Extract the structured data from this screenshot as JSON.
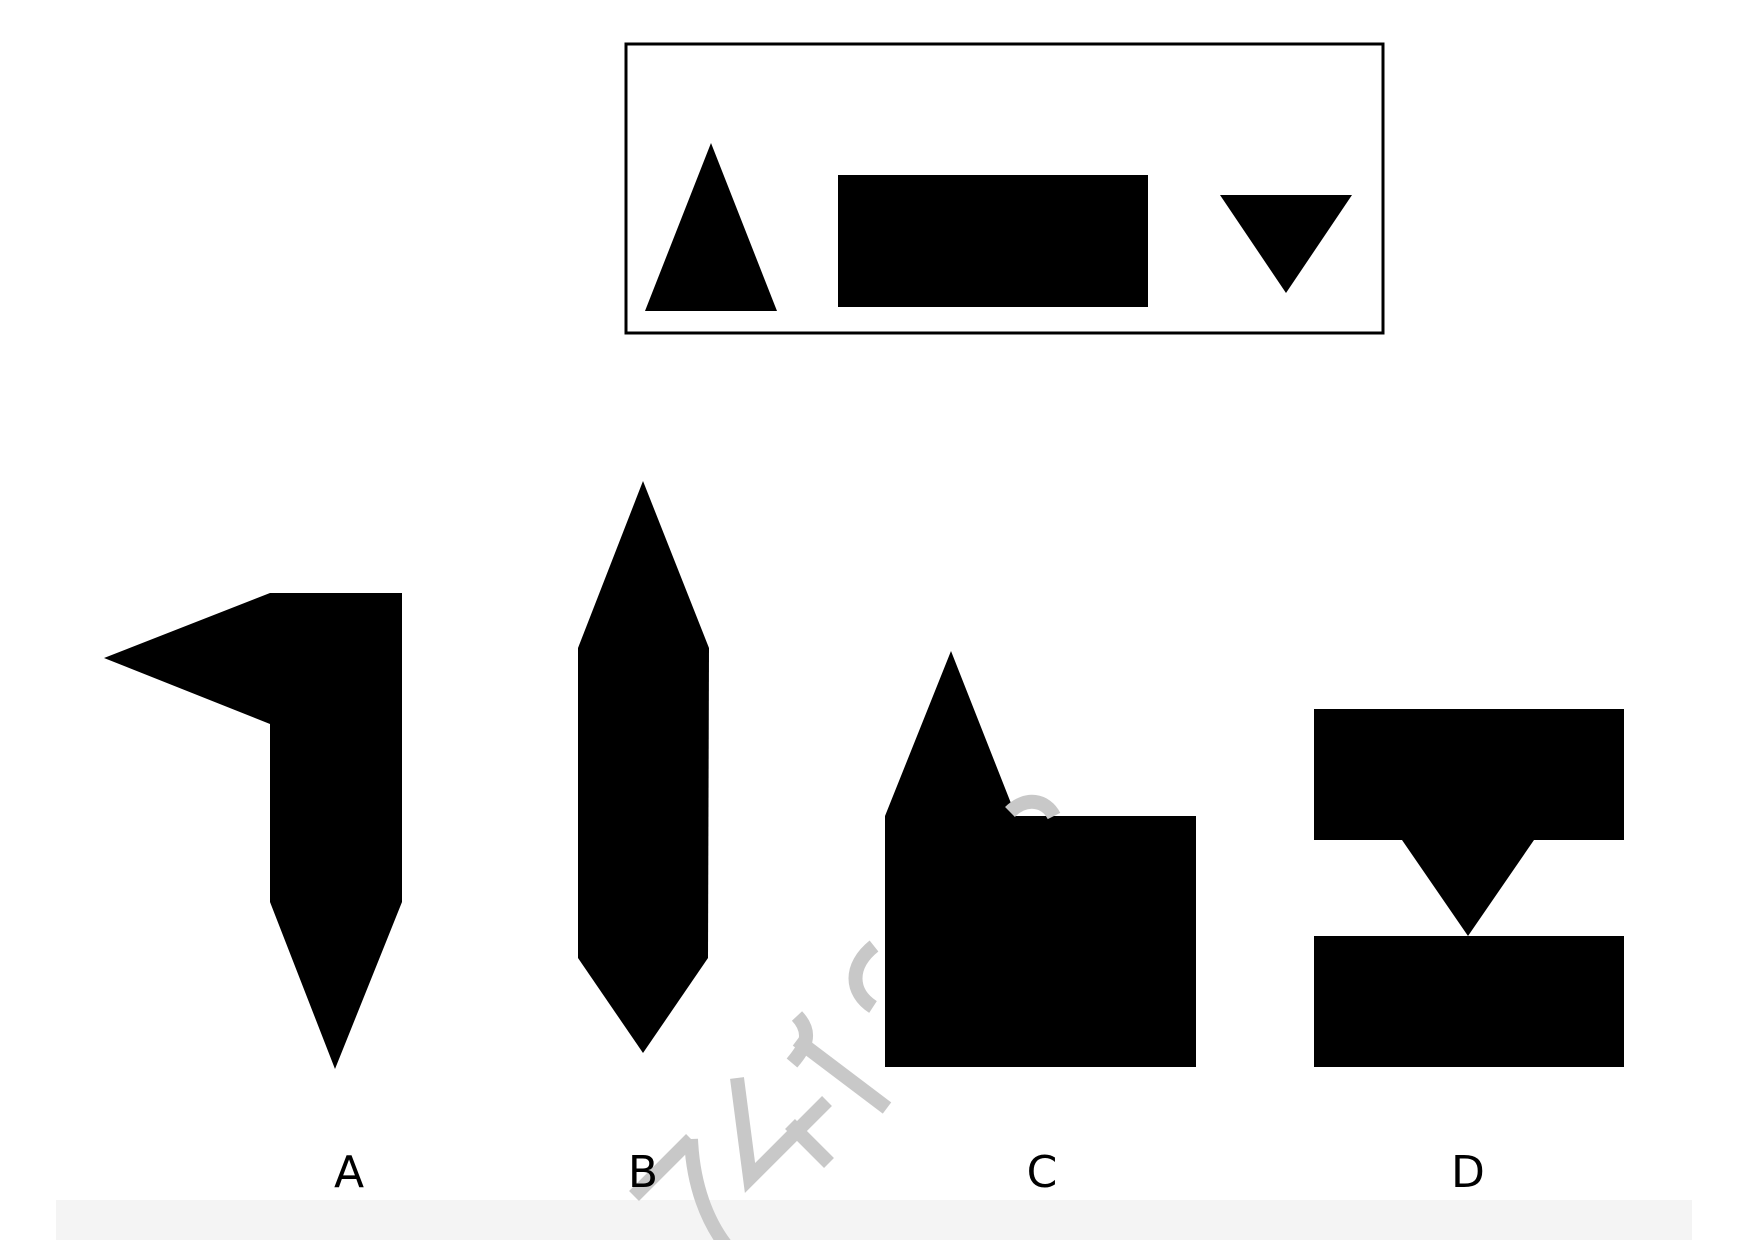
{
  "puzzle": {
    "question_panel": {
      "pieces": [
        "triangle-up",
        "rectangle",
        "triangle-down"
      ]
    },
    "options": [
      {
        "label": "A"
      },
      {
        "label": "B"
      },
      {
        "label": "C"
      },
      {
        "label": "D"
      }
    ]
  },
  "colors": {
    "shape_fill": "#000000",
    "frame_stroke": "#000000",
    "background": "#ffffff",
    "watermark": "#c8c8c8"
  }
}
